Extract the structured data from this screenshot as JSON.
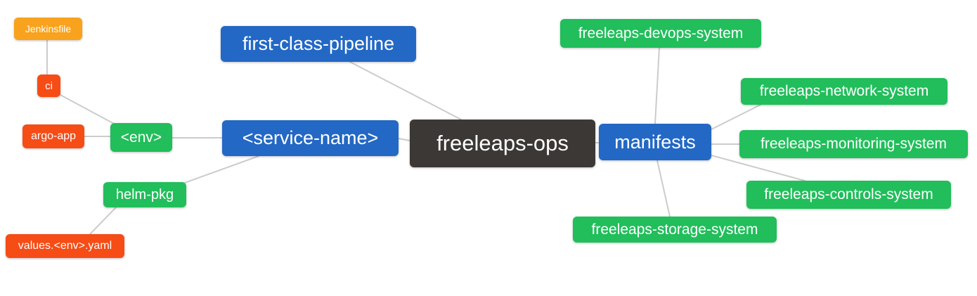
{
  "diagram": {
    "type": "mindmap",
    "background": "#ffffff",
    "edge_color": "#cccccc",
    "text_color": "#ffffff",
    "palette": {
      "root_dark": "#3b3836",
      "branch_blue": "#2368c4",
      "group_green": "#21be5b",
      "leaf_red": "#f64c16",
      "leaf_orange": "#f9a21d"
    },
    "nodes": {
      "freeleaps_ops": {
        "label": "freeleaps-ops",
        "color": "#3b3836",
        "level": "root"
      },
      "first_class_pipeline": {
        "label": "first-class-pipeline",
        "color": "#2368c4",
        "level": "branch"
      },
      "service_name": {
        "label": "<service-name>",
        "color": "#2368c4",
        "level": "branch"
      },
      "manifests": {
        "label": "manifests",
        "color": "#2368c4",
        "level": "branch"
      },
      "env": {
        "label": "<env>",
        "color": "#21be5b",
        "level": "group"
      },
      "helm_pkg": {
        "label": "helm-pkg",
        "color": "#21be5b",
        "level": "group"
      },
      "ci": {
        "label": "ci",
        "color": "#f64c16",
        "level": "leaf"
      },
      "argo_app": {
        "label": "argo-app",
        "color": "#f64c16",
        "level": "leaf"
      },
      "jenkinsfile": {
        "label": "Jenkinsfile",
        "color": "#f9a21d",
        "level": "leaf"
      },
      "values_env_yaml": {
        "label": "values.<env>.yaml",
        "color": "#f64c16",
        "level": "leaf"
      },
      "devops_system": {
        "label": "freeleaps-devops-system",
        "color": "#21be5b",
        "level": "group"
      },
      "network_system": {
        "label": "freeleaps-network-system",
        "color": "#21be5b",
        "level": "group"
      },
      "monitoring_system": {
        "label": "freeleaps-monitoring-system",
        "color": "#21be5b",
        "level": "group"
      },
      "controls_system": {
        "label": "freeleaps-controls-system",
        "color": "#21be5b",
        "level": "group"
      },
      "storage_system": {
        "label": "freeleaps-storage-system",
        "color": "#21be5b",
        "level": "group"
      }
    },
    "edges": [
      {
        "from": "ci",
        "to": "jenkinsfile"
      },
      {
        "from": "env",
        "to": "ci"
      },
      {
        "from": "env",
        "to": "argo_app"
      },
      {
        "from": "service_name",
        "to": "env"
      },
      {
        "from": "service_name",
        "to": "helm_pkg"
      },
      {
        "from": "helm_pkg",
        "to": "values_env_yaml"
      },
      {
        "from": "freeleaps_ops",
        "to": "first_class_pipeline"
      },
      {
        "from": "freeleaps_ops",
        "to": "service_name"
      },
      {
        "from": "freeleaps_ops",
        "to": "manifests"
      },
      {
        "from": "manifests",
        "to": "devops_system"
      },
      {
        "from": "manifests",
        "to": "network_system"
      },
      {
        "from": "manifests",
        "to": "monitoring_system"
      },
      {
        "from": "manifests",
        "to": "controls_system"
      },
      {
        "from": "manifests",
        "to": "storage_system"
      }
    ]
  }
}
